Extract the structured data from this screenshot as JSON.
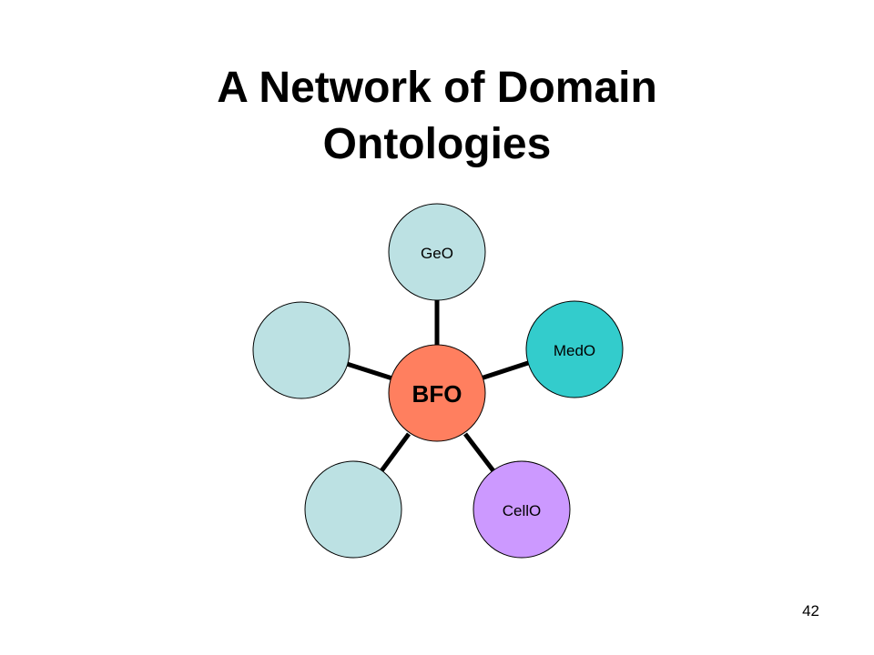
{
  "slide": {
    "title_line1": "A Network of Domain",
    "title_line2": "Ontologies",
    "page_number": "42"
  },
  "diagram": {
    "center": {
      "label": "BFO",
      "color": "#FF7F5F"
    },
    "nodes": [
      {
        "id": "geo",
        "label": "GeO",
        "color": "#BCE1E3"
      },
      {
        "id": "medo",
        "label": "MedO",
        "color": "#33CCCC"
      },
      {
        "id": "cello",
        "label": "CellO",
        "color": "#CC99FF"
      },
      {
        "id": "blank-bottom-left",
        "label": "",
        "color": "#BCE1E3"
      },
      {
        "id": "blank-left",
        "label": "",
        "color": "#BCE1E3"
      }
    ]
  }
}
